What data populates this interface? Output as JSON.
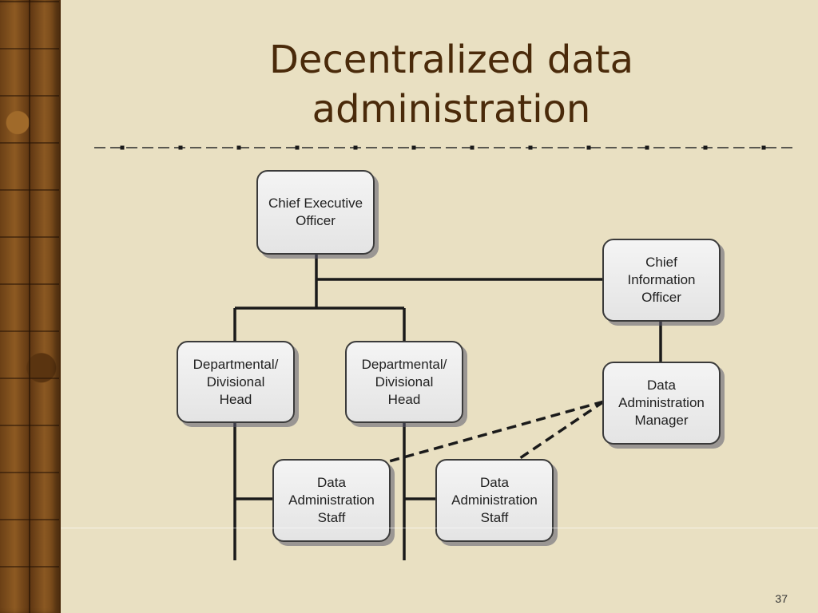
{
  "slide": {
    "title_line1": "Decentralized data",
    "title_line2": "administration",
    "page_number": "37"
  },
  "colors": {
    "background": "#e9e0c2",
    "title": "#4a2a0a",
    "box_fill": "#eeeeee",
    "line": "#1a1a1a"
  },
  "org_chart": {
    "ceo": {
      "line1": "Chief Executive",
      "line2": "Officer"
    },
    "cio": {
      "line1": "Chief",
      "line2": "Information",
      "line3": "Officer"
    },
    "dept_head_1": {
      "line1": "Departmental/",
      "line2": "Divisional",
      "line3": "Head"
    },
    "dept_head_2": {
      "line1": "Departmental/",
      "line2": "Divisional",
      "line3": "Head"
    },
    "da_manager": {
      "line1": "Data",
      "line2": "Administration",
      "line3": "Manager"
    },
    "da_staff_1": {
      "line1": "Data",
      "line2": "Administration",
      "line3": "Staff"
    },
    "da_staff_2": {
      "line1": "Data",
      "line2": "Administration",
      "line3": "Staff"
    }
  }
}
